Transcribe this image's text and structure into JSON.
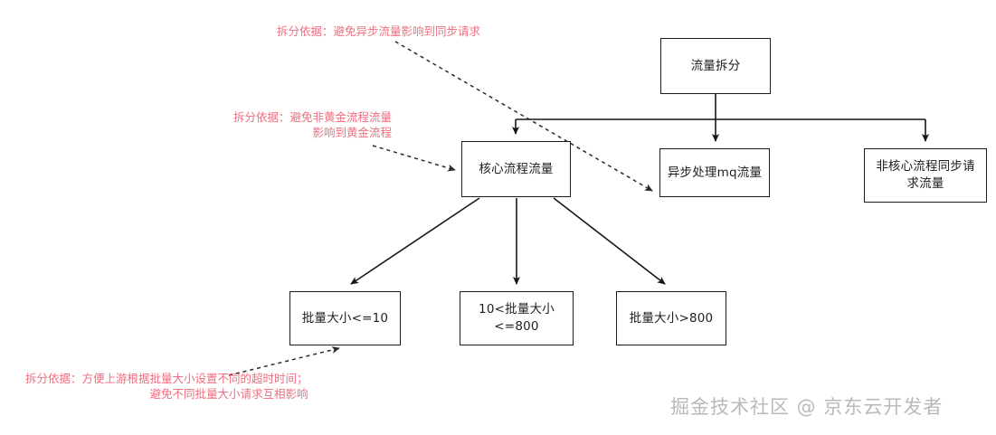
{
  "diagram": {
    "title": "流量拆分",
    "nodes": [
      {
        "id": "root",
        "label": "流量拆分"
      },
      {
        "id": "core",
        "label": "核心流程流量"
      },
      {
        "id": "mq",
        "label": "异步处理mq流量"
      },
      {
        "id": "noncore",
        "label": "非核心流程同步请求流量"
      },
      {
        "id": "batch_small",
        "label": "批量大小<=10"
      },
      {
        "id": "batch_medium",
        "label": "10<批量大小<=800"
      },
      {
        "id": "batch_large",
        "label": "批量大小>800"
      }
    ],
    "annotations": [
      {
        "id": "async",
        "text": "拆分依据：避免异步流量影响到同步请求",
        "target": "mq"
      },
      {
        "id": "gold",
        "text": "拆分依据：避免非黄金流程流量\n影响到黄金流程",
        "target": "core"
      },
      {
        "id": "batch",
        "text": "拆分依据：方便上游根据批量大小设置不同的超时时间；\n避免不同批量大小请求互相影响",
        "target": "batch_small"
      }
    ],
    "edges": [
      {
        "from": "root",
        "to": "core",
        "style": "solid"
      },
      {
        "from": "root",
        "to": "mq",
        "style": "solid"
      },
      {
        "from": "root",
        "to": "noncore",
        "style": "solid"
      },
      {
        "from": "core",
        "to": "batch_small",
        "style": "solid"
      },
      {
        "from": "core",
        "to": "batch_medium",
        "style": "solid"
      },
      {
        "from": "core",
        "to": "batch_large",
        "style": "solid"
      },
      {
        "from": "annotation:async",
        "to": "mq",
        "style": "dashed"
      },
      {
        "from": "annotation:gold",
        "to": "core",
        "style": "dashed"
      },
      {
        "from": "annotation:batch",
        "to": "batch_small",
        "style": "dashed"
      }
    ],
    "colors": {
      "node_border": "#1a1a1a",
      "node_text": "#1d1d1d",
      "annotation_text": "#ef6e80",
      "edge": "#161616",
      "watermark": "#b9b9b9",
      "background": "#ffffff"
    }
  },
  "watermark": {
    "text": "掘金技术社区 @ 京东云开发者"
  }
}
